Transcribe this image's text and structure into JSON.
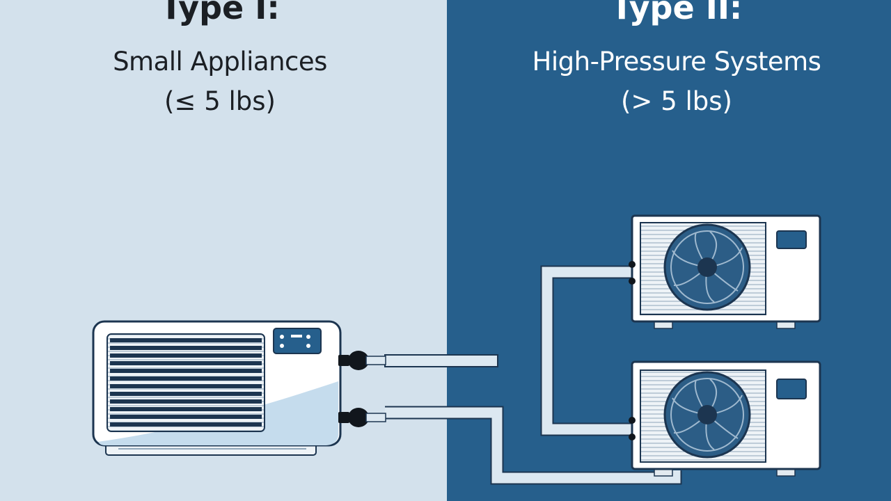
{
  "left": {
    "title": "Type I:",
    "subtitle": "Small Appliances",
    "range": "(≤ 5 lbs)"
  },
  "right": {
    "title": "Type II:",
    "subtitle": "High-Pressure Systems",
    "range": "(> 5 lbs)"
  },
  "colors": {
    "left_background": "#d3e1ec",
    "right_background": "#265f8c",
    "outline": "#1c3550",
    "unit_body": "#ffffff",
    "pipe": "#dce8f1"
  },
  "icons": [
    "window-ac-unit-icon",
    "outdoor-condenser-unit-icon",
    "fan-icon",
    "refrigerant-pipe-icon",
    "valve-connector-icon"
  ]
}
